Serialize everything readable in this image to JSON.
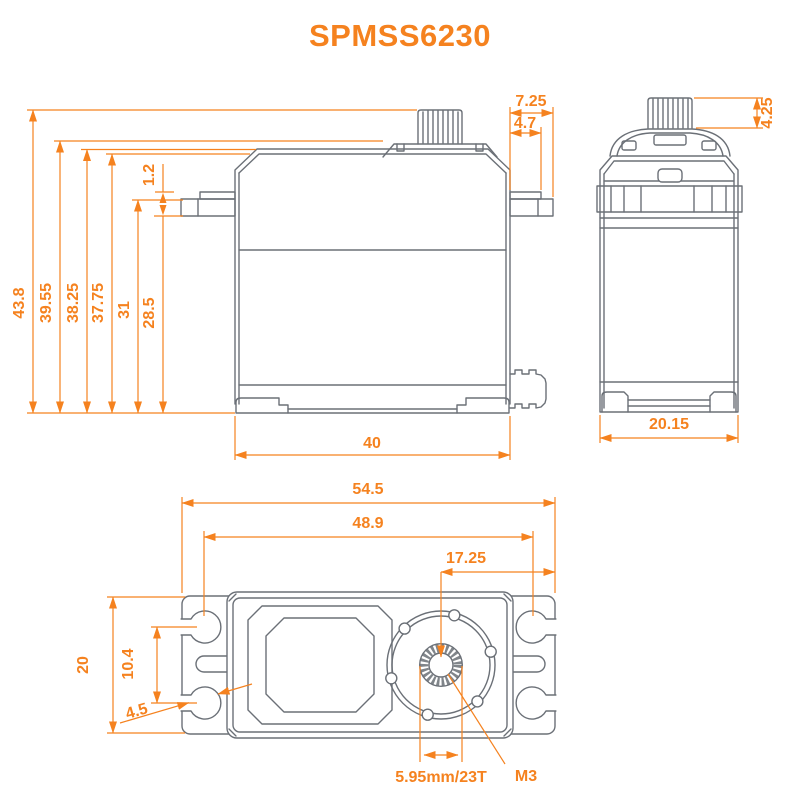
{
  "title": "SPMSS6230",
  "colors": {
    "accent": "#F5821F",
    "line_gray": "#6B7077"
  },
  "views": {
    "front": {
      "dims": {
        "overall_height": "43.8",
        "shaft_base_height": "39.55",
        "case_top_outer": "38.25",
        "case_top_inner": "37.75",
        "flange_top_height": "31",
        "flange_bottom_height": "28.5",
        "flange_lip_thickness": "1.2",
        "flange_width": "7.25",
        "flange_lip_width": "4.7",
        "case_width": "40"
      }
    },
    "side": {
      "dims": {
        "spline_height": "4.25",
        "case_depth": "20.15"
      }
    },
    "bottom": {
      "dims": {
        "overall_length": "54.5",
        "mount_hole_spacing": "48.9",
        "shaft_to_edge": "17.25",
        "case_depth": "20",
        "hole_pitch": "10.4",
        "hole_diameter": "4.5",
        "spline_spec": "5.95mm/23T",
        "screw_thread": "M3"
      }
    }
  }
}
